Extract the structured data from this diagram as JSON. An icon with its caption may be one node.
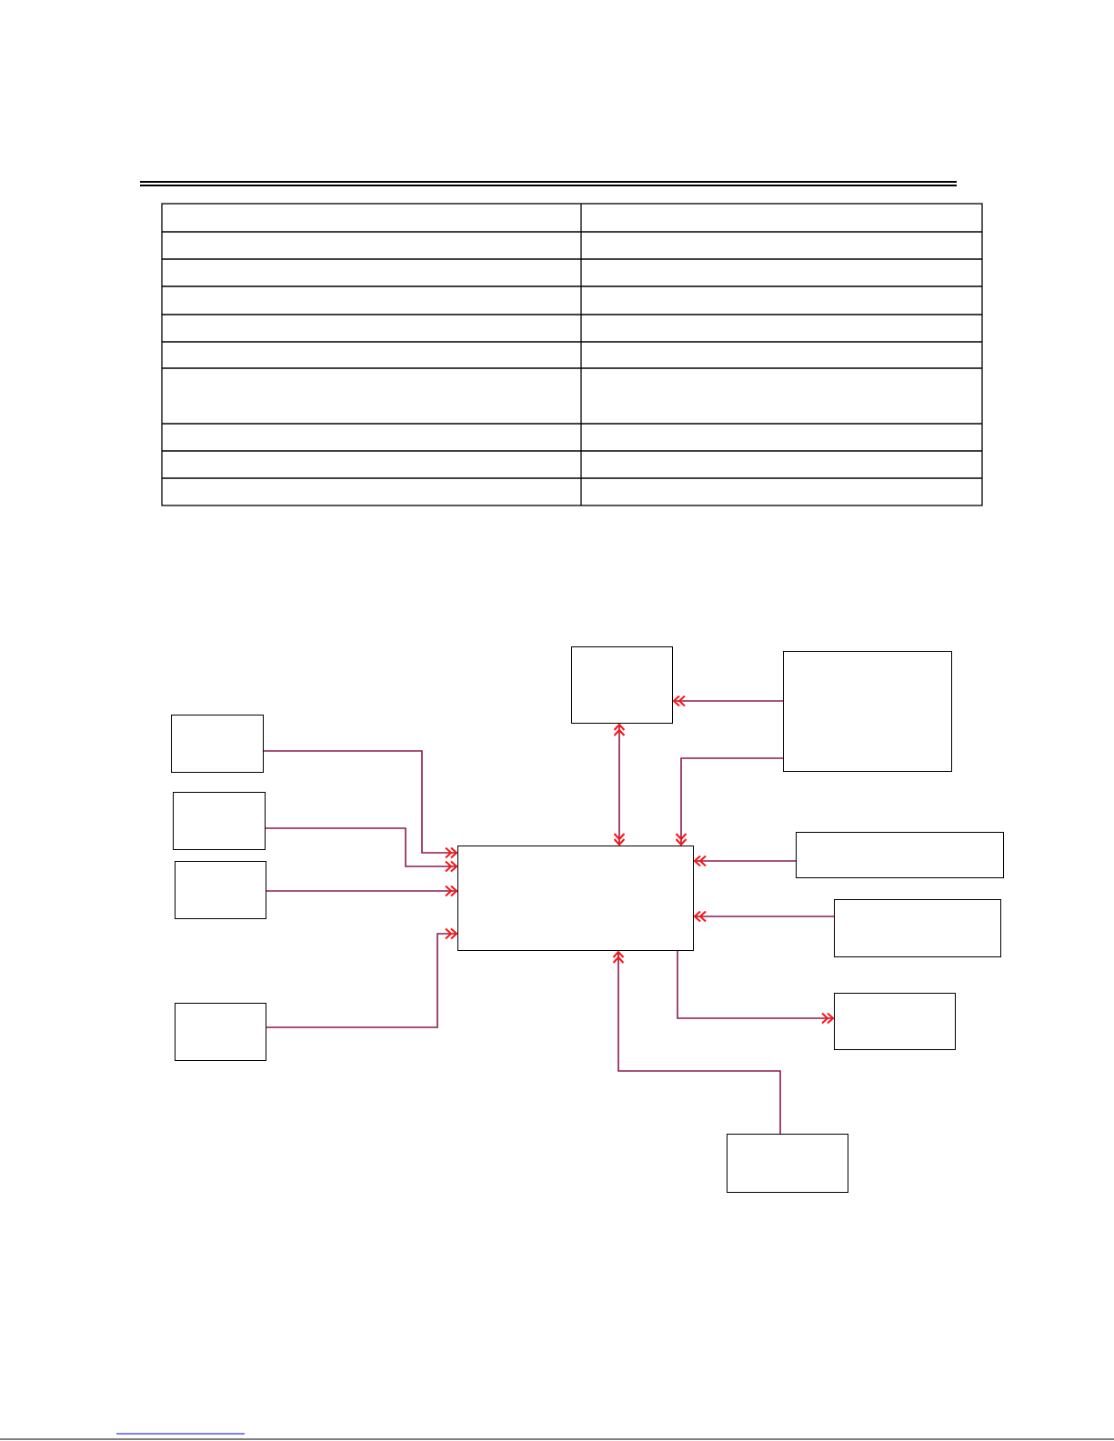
{
  "diagram": {
    "nodes": [
      {
        "text": [],
        "shape": "box"
      },
      {
        "text": [],
        "shape": "box"
      },
      {
        "text": [],
        "shape": "box"
      },
      {
        "text": [],
        "shape": "box"
      },
      {
        "text": [],
        "shape": "box"
      },
      {
        "text": [],
        "shape": "box"
      },
      {
        "text": [],
        "shape": "box"
      },
      {
        "text": [],
        "shape": "box"
      },
      {
        "text": [],
        "shape": "box"
      },
      {
        "text": [],
        "shape": "box"
      },
      {
        "text": [],
        "shape": "box"
      }
    ],
    "edges": [
      {
        "from": 1,
        "to": 0,
        "arrow": "to"
      },
      {
        "from": 0,
        "to": 5,
        "arrow": "both"
      },
      {
        "from": 1,
        "to": 5,
        "arrow": "to"
      },
      {
        "from": 2,
        "to": 5,
        "arrow": "to"
      },
      {
        "from": 3,
        "to": 5,
        "arrow": "to"
      },
      {
        "from": 4,
        "to": 5,
        "arrow": "to"
      },
      {
        "from": 6,
        "to": 5,
        "arrow": "to"
      },
      {
        "from": 7,
        "to": 5,
        "arrow": "to"
      },
      {
        "from": 8,
        "to": 5,
        "arrow": "to"
      },
      {
        "from": 5,
        "to": 9,
        "arrow": "to"
      },
      {
        "from": 10,
        "to": 5,
        "arrow": "to"
      }
    ]
  }
}
